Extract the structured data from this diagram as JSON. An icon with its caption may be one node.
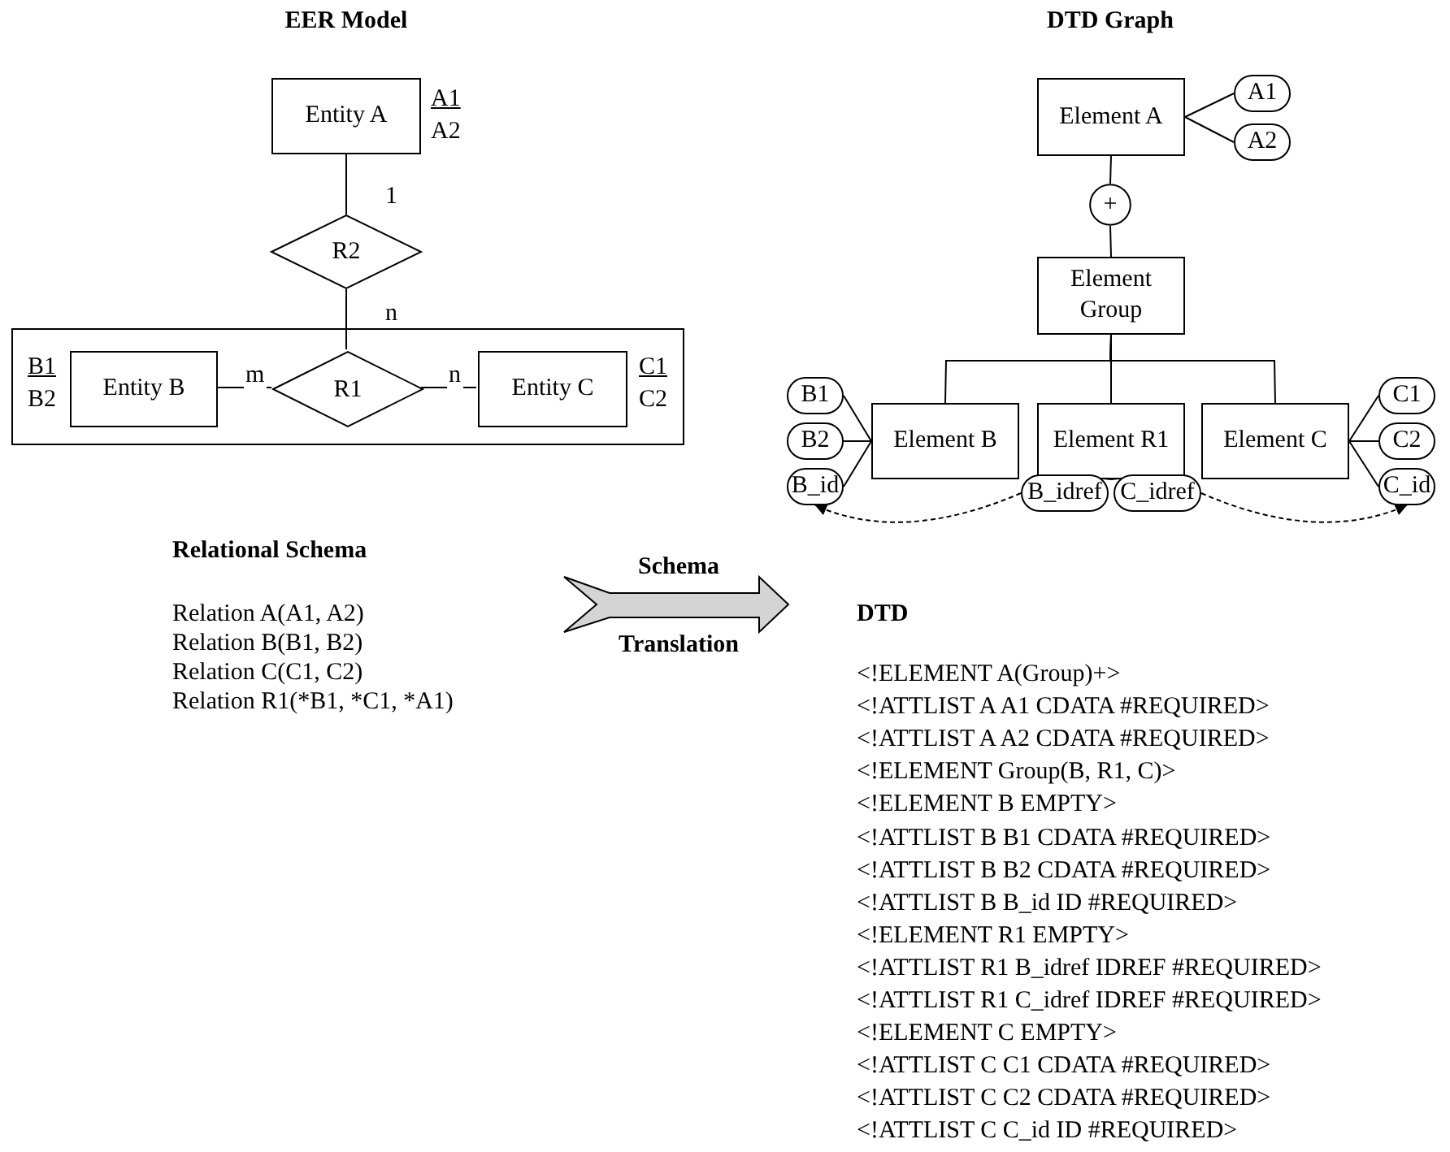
{
  "diagram": {
    "nodes": [
      {
        "text": [
          "Entity A"
        ],
        "beside": [
          "A1",
          "A2"
        ]
      },
      {
        "text": [
          "R2"
        ]
      },
      {
        "text": [],
        "shape": "box"
      },
      {
        "text": [
          "Entity B"
        ],
        "beside": [
          "B1",
          "B2"
        ],
        "in": 2
      },
      {
        "text": [
          "R1"
        ],
        "in": 2
      },
      {
        "text": [
          "Entity C"
        ],
        "beside": [
          "C1",
          "C2"
        ],
        "in": 2
      },
      {
        "text": [
          "Element A"
        ]
      },
      {
        "text": [
          "A1"
        ]
      },
      {
        "text": [
          "A2"
        ]
      },
      {
        "text": [
          "+"
        ]
      },
      {
        "text": [
          "Element Group"
        ]
      },
      {
        "text": [
          "Element B"
        ]
      },
      {
        "text": [
          "Element R1"
        ]
      },
      {
        "text": [
          "Element C"
        ]
      },
      {
        "text": [
          "B1"
        ]
      },
      {
        "text": [
          "B2"
        ]
      },
      {
        "text": [
          "B_id"
        ]
      },
      {
        "text": [
          "C1"
        ]
      },
      {
        "text": [
          "C2"
        ]
      },
      {
        "text": [
          "C_id"
        ]
      },
      {
        "text": [
          "B_idref"
        ]
      },
      {
        "text": [
          "C_idref"
        ]
      },
      {
        "text": [
          "Schema",
          "Translation"
        ]
      }
    ],
    "edges": [
      {
        "from": 0,
        "to": 1,
        "arrow": "none",
        "label": "1"
      },
      {
        "from": 1,
        "to": 4,
        "arrow": "none",
        "label": "n"
      },
      {
        "from": 3,
        "to": 4,
        "arrow": "none",
        "label": "m"
      },
      {
        "from": 4,
        "to": 5,
        "arrow": "none",
        "label": "n"
      },
      {
        "from": 6,
        "to": 7,
        "arrow": "none"
      },
      {
        "from": 6,
        "to": 8,
        "arrow": "none"
      },
      {
        "from": 6,
        "to": 9,
        "arrow": "none"
      },
      {
        "from": 9,
        "to": 10,
        "arrow": "none"
      },
      {
        "from": 10,
        "to": 11,
        "arrow": "none"
      },
      {
        "from": 10,
        "to": 12,
        "arrow": "none"
      },
      {
        "from": 10,
        "to": 13,
        "arrow": "none"
      },
      {
        "from": 11,
        "to": 14,
        "arrow": "none"
      },
      {
        "from": 11,
        "to": 15,
        "arrow": "none"
      },
      {
        "from": 11,
        "to": 16,
        "arrow": "none"
      },
      {
        "from": 13,
        "to": 17,
        "arrow": "none"
      },
      {
        "from": 13,
        "to": 18,
        "arrow": "none"
      },
      {
        "from": 13,
        "to": 19,
        "arrow": "none"
      },
      {
        "from": 12,
        "to": 20,
        "arrow": "none"
      },
      {
        "from": 12,
        "to": 21,
        "arrow": "none"
      },
      {
        "from": 20,
        "to": 16,
        "arrow": "to",
        "style": "dashed"
      },
      {
        "from": 21,
        "to": 19,
        "arrow": "to",
        "style": "dashed"
      }
    ],
    "labels": [
      "EER Model",
      "DTD Graph",
      "Relational Schema",
      "Relation A(A1, A2)",
      "Relation B(B1, B2)",
      "Relation C(C1, C2)",
      "Relation R1(*B1, *C1, *A1)",
      "DTD",
      "<!ELEMENT A(Group)+>",
      "<!ATTLIST A A1 CDATA #REQUIRED>",
      "<!ATTLIST A A2 CDATA #REQUIRED>",
      "<!ELEMENT Group(B, R1, C)>",
      "<!ELEMENT B EMPTY>",
      "<!ATTLIST B B1 CDATA #REQUIRED>",
      "<!ATTLIST B B2 CDATA #REQUIRED>",
      "<!ATTLIST B B_id ID #REQUIRED>",
      "<!ELEMENT R1 EMPTY>",
      "<!ATTLIST R1 B_idref IDREF #REQUIRED>",
      "<!ATTLIST R1 C_idref IDREF #REQUIRED>",
      "<!ELEMENT C EMPTY>",
      "<!ATTLIST C C1 CDATA #REQUIRED>",
      "<!ATTLIST C C2 CDATA #REQUIRED>",
      "<!ATTLIST C C_id ID #REQUIRED>"
    ]
  }
}
